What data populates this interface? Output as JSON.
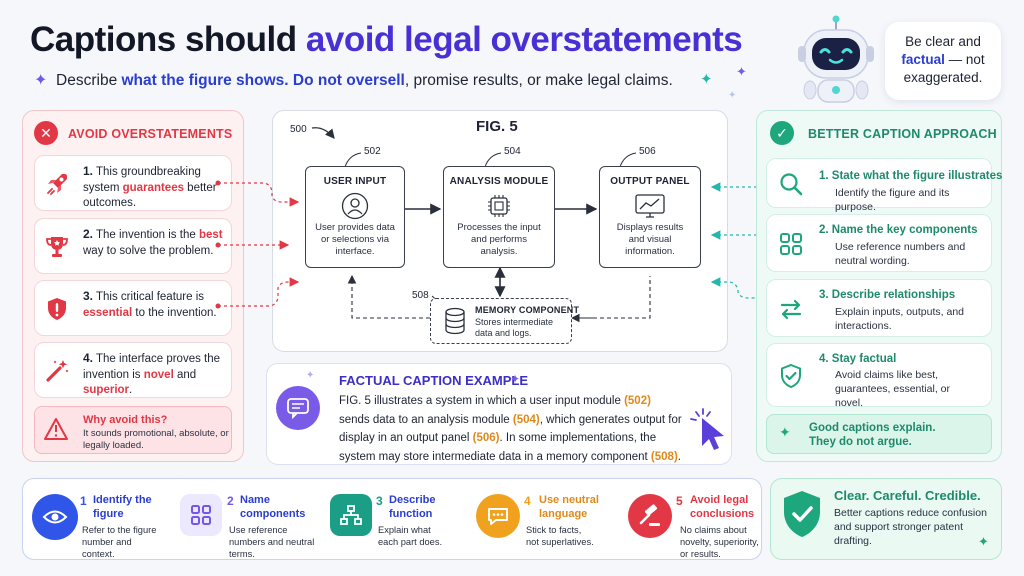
{
  "header": {
    "title_plain": "Captions should ",
    "title_highlight": "avoid legal overstatements",
    "subtitle_pre": "Describe ",
    "subtitle_bold1": "what the figure shows.",
    "subtitle_mid": " ",
    "subtitle_bold2": "Do not oversell",
    "subtitle_post": ", promise results, or make legal claims."
  },
  "bubble": {
    "line1": "Be clear and",
    "highlight": "factual",
    "line2": " — not",
    "line3": "exaggerated."
  },
  "left": {
    "heading": "AVOID OVERSTATEMENTS",
    "items": [
      {
        "num": "1.",
        "pre": "This groundbreaking system ",
        "hl": "guarantees",
        "post": " better outcomes.",
        "icon": "rocket-icon"
      },
      {
        "num": "2.",
        "pre": "The invention is the ",
        "hl": "best",
        "post": " way to solve the problem.",
        "icon": "trophy-icon"
      },
      {
        "num": "3.",
        "pre": "This critical feature is ",
        "hl": "essential",
        "post": " to the invention.",
        "icon": "shield-alert-icon"
      },
      {
        "num": "4.",
        "pre": "The interface proves the invention is ",
        "hl": "novel",
        "mid": " and ",
        "hl2": "superior",
        "post": ".",
        "icon": "magic-wand-icon"
      }
    ],
    "why_title": "Why avoid this?",
    "why_text": "It sounds promotional, absolute, or legally loaded."
  },
  "figure": {
    "fig_label": "FIG. 5",
    "ref_system": "500",
    "user_input": {
      "ref": "502",
      "title": "USER INPUT",
      "text": "User provides data or selections via interface."
    },
    "analysis": {
      "ref": "504",
      "title": "ANALYSIS MODULE",
      "text": "Processes the input and performs analysis."
    },
    "output": {
      "ref": "506",
      "title": "OUTPUT PANEL",
      "text": "Displays results and visual information."
    },
    "memory": {
      "ref": "508",
      "title": "MEMORY COMPONENT",
      "text": "Stores intermediate data and logs."
    }
  },
  "caption": {
    "heading": "FACTUAL CAPTION EXAMPLE",
    "t1": "FIG. 5 illustrates a system in which a user input module ",
    "r1": "(502)",
    "t2": " sends data to an analysis module ",
    "r2": "(504)",
    "t3": ", which generates output for display in an output panel ",
    "r3": "(506)",
    "t4": ". In some implementations, the system may store intermediate data in a memory component ",
    "r4": "(508)",
    "t5": "."
  },
  "right": {
    "heading": "BETTER CAPTION APPROACH",
    "items": [
      {
        "title": "1.  State what the figure illustrates",
        "text": "Identify the figure and its purpose.",
        "icon": "magnifier-icon"
      },
      {
        "title": "2.  Name the key components",
        "text": "Use reference numbers and neutral wording.",
        "icon": "grid-icon"
      },
      {
        "title": "3.  Describe relationships",
        "text": "Explain inputs, outputs, and interactions.",
        "icon": "swap-arrows-icon"
      },
      {
        "title": "4.  Stay factual",
        "text": "Avoid claims like best, guarantees, essential, or novel.",
        "icon": "shield-check-icon"
      }
    ],
    "good_line1": "Good captions explain.",
    "good_line2": "They do not argue."
  },
  "steps": [
    {
      "num": "1",
      "title": "Identify the figure",
      "text": "Refer to the figure number and context.",
      "color": "#2f56e8"
    },
    {
      "num": "2",
      "title": "Name components",
      "text": "Use reference numbers and neutral terms.",
      "color": "#7357e8"
    },
    {
      "num": "3",
      "title": "Describe function",
      "text": "Explain what each part does.",
      "color": "#1a9e86"
    },
    {
      "num": "4",
      "title": "Use neutral language",
      "text": "Stick to facts, not superlatives.",
      "color": "#f0a21f"
    },
    {
      "num": "5",
      "title": "Avoid legal conclusions",
      "text": "No claims about novelty, superiority, or results.",
      "color": "#e23744"
    }
  ],
  "summary": {
    "title": "Clear. Careful. Credible.",
    "text": "Better captions reduce confusion and support stronger patent drafting."
  },
  "colors": {
    "accent_purple": "#4a2fd4",
    "accent_blue": "#2a3dcf",
    "red": "#e23744",
    "green": "#1e8a6c",
    "orange": "#e0891b"
  }
}
